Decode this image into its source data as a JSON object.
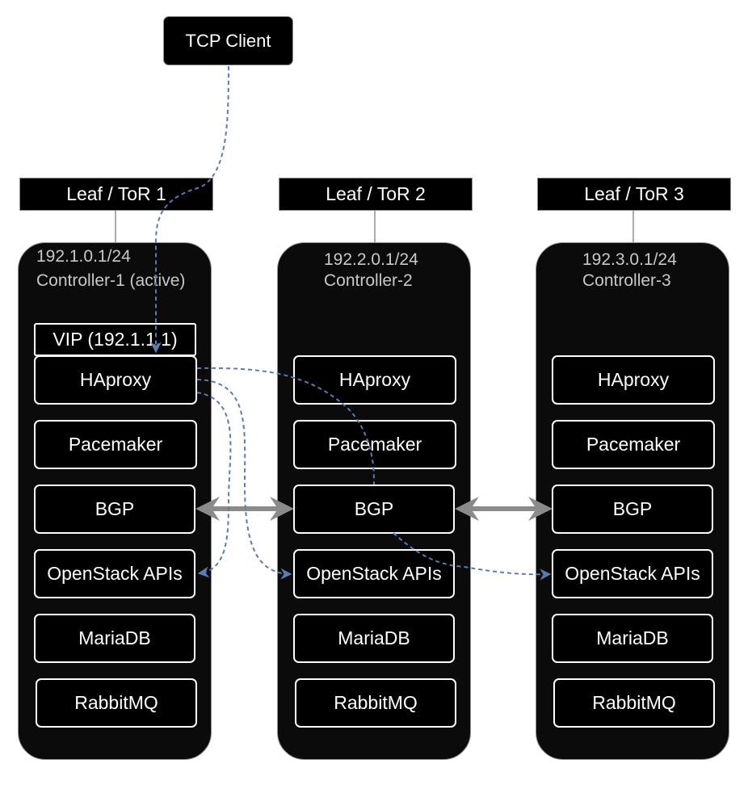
{
  "client": {
    "label": "TCP Client"
  },
  "tors": [
    {
      "label": "Leaf / ToR 1"
    },
    {
      "label": "Leaf / ToR 2"
    },
    {
      "label": "Leaf / ToR 3"
    }
  ],
  "controllers": [
    {
      "subnet": "192.1.0.1/24",
      "name": "Controller-1 (active)",
      "vip": "VIP (192.1.1.1)",
      "services": [
        "HAproxy",
        "Pacemaker",
        "BGP",
        "OpenStack APIs",
        "MariaDB",
        "RabbitMQ"
      ]
    },
    {
      "subnet": "192.2.0.1/24",
      "name": "Controller-2",
      "services": [
        "HAproxy",
        "Pacemaker",
        "BGP",
        "OpenStack APIs",
        "MariaDB",
        "RabbitMQ"
      ]
    },
    {
      "subnet": "192.3.0.1/24",
      "name": "Controller-3",
      "services": [
        "HAproxy",
        "Pacemaker",
        "BGP",
        "OpenStack APIs",
        "MariaDB",
        "RabbitMQ"
      ]
    }
  ],
  "colors": {
    "flow": "#5a7bb3",
    "bgp_link": "#8a8a8a",
    "border": "#8f8f8f"
  }
}
